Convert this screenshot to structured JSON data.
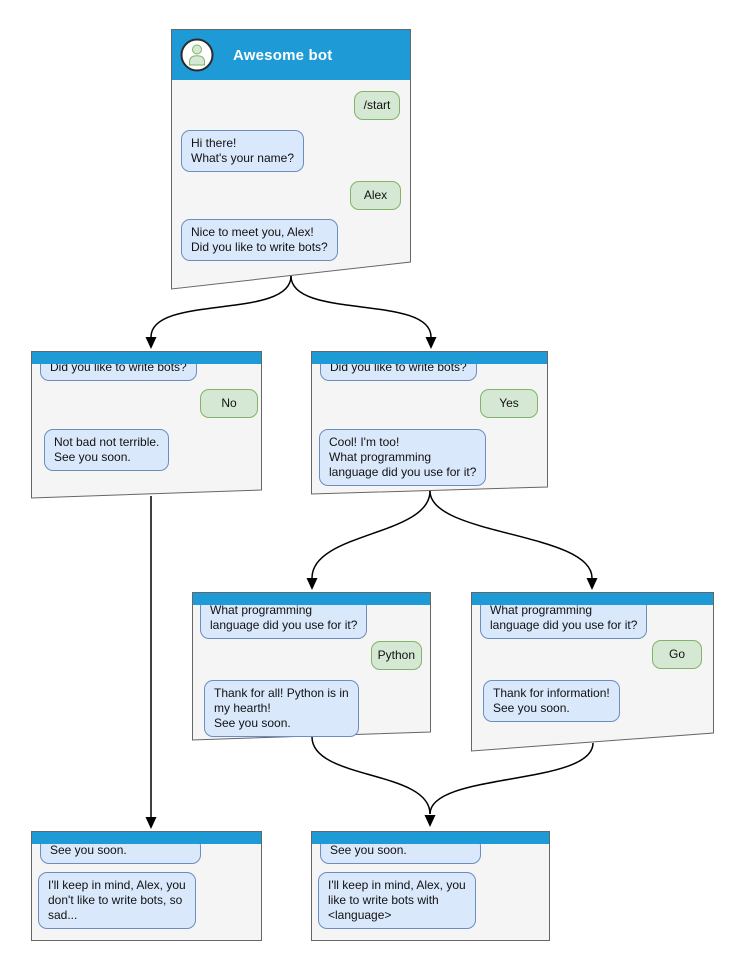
{
  "colors": {
    "window_header": "#1e9bd7",
    "window_bg": "#f5f5f5",
    "window_border": "#666666",
    "bot_bubble_bg": "#dae8fc",
    "bot_bubble_border": "#6c8ebf",
    "user_bubble_bg": "#d5e8d4",
    "user_bubble_border": "#82b366",
    "connector": "#000000",
    "title_text": "#ffffff"
  },
  "windows": [
    {
      "id": "root",
      "title": "Awesome bot",
      "messages": [
        {
          "from": "user",
          "text": "/start"
        },
        {
          "from": "bot",
          "text": "Hi there!\nWhat's your name?"
        },
        {
          "from": "user",
          "text": "Alex"
        },
        {
          "from": "bot",
          "text": "Nice to meet you, Alex!\nDid you like to write bots?"
        }
      ]
    },
    {
      "id": "branch-no",
      "messages": [
        {
          "from": "bot",
          "text": "Did you like to write bots?"
        },
        {
          "from": "user",
          "text": "No"
        },
        {
          "from": "bot",
          "text": "Not bad not terrible.\nSee you soon."
        }
      ]
    },
    {
      "id": "branch-yes",
      "messages": [
        {
          "from": "bot",
          "text": "Did you like to write bots?"
        },
        {
          "from": "user",
          "text": "Yes"
        },
        {
          "from": "bot",
          "text": "Cool! I'm too!\nWhat programming\nlanguage did you use for it?"
        }
      ]
    },
    {
      "id": "branch-python",
      "messages": [
        {
          "from": "bot",
          "text": "What programming\nlanguage did you use for it?"
        },
        {
          "from": "user",
          "text": "Python"
        },
        {
          "from": "bot",
          "text": "Thank for all! Python is in\nmy hearth!\nSee you soon."
        }
      ]
    },
    {
      "id": "branch-go",
      "messages": [
        {
          "from": "bot",
          "text": "What programming\nlanguage did you use for it?"
        },
        {
          "from": "user",
          "text": "Go"
        },
        {
          "from": "bot",
          "text": "Thank for information!\nSee you soon."
        }
      ]
    },
    {
      "id": "end-no",
      "messages": [
        {
          "from": "bot",
          "text": "See you soon."
        },
        {
          "from": "bot",
          "text": "I'll keep in mind, Alex, you\ndon't like to write bots, so\nsad..."
        }
      ]
    },
    {
      "id": "end-yes",
      "messages": [
        {
          "from": "bot",
          "text": "See you soon."
        },
        {
          "from": "bot",
          "text": "I'll keep in mind, Alex, you\nlike to write bots with\n<language>"
        }
      ]
    }
  ],
  "edges": [
    {
      "from": "root",
      "to": "branch-no"
    },
    {
      "from": "root",
      "to": "branch-yes"
    },
    {
      "from": "branch-yes",
      "to": "branch-python"
    },
    {
      "from": "branch-yes",
      "to": "branch-go"
    },
    {
      "from": "branch-no",
      "to": "end-no"
    },
    {
      "from": "branch-python",
      "to": "end-yes"
    },
    {
      "from": "branch-go",
      "to": "end-yes"
    }
  ]
}
